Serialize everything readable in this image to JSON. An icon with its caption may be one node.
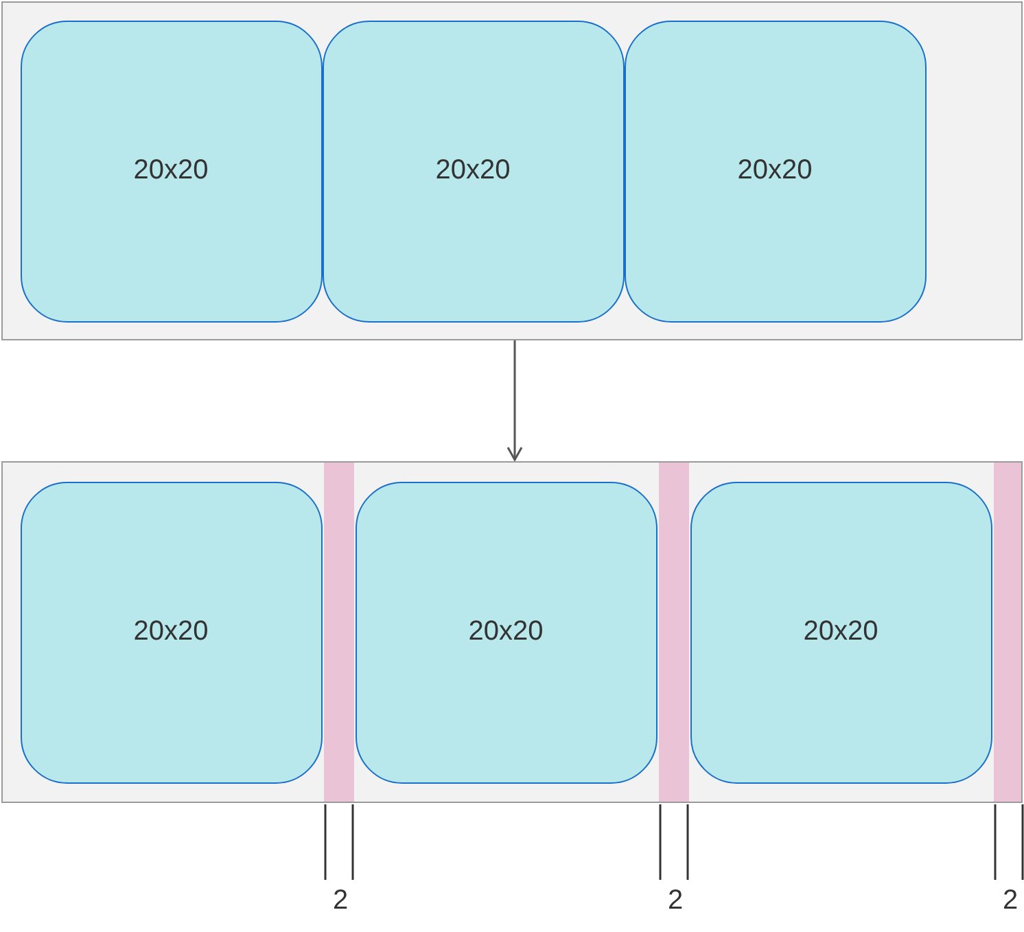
{
  "diagram": {
    "nodes": [
      {
        "text": [],
        "shape": "box"
      },
      {
        "text": [
          "20x20"
        ],
        "in": 0
      },
      {
        "text": [
          "20x20"
        ],
        "in": 0
      },
      {
        "text": [
          "20x20"
        ],
        "in": 0
      },
      {
        "text": [],
        "shape": "box"
      },
      {
        "text": [
          "20x20"
        ],
        "in": 4
      },
      {
        "text": [],
        "shape": "bar",
        "in": 4
      },
      {
        "text": [
          "20x20"
        ],
        "in": 4
      },
      {
        "text": [],
        "shape": "bar",
        "in": 4
      },
      {
        "text": [
          "20x20"
        ],
        "in": 4
      },
      {
        "text": [],
        "shape": "bar",
        "in": 4
      }
    ],
    "edges": [
      {
        "from": 0,
        "to": 4,
        "arrow": "to"
      }
    ],
    "labels": [
      "2",
      "2",
      "2"
    ]
  }
}
